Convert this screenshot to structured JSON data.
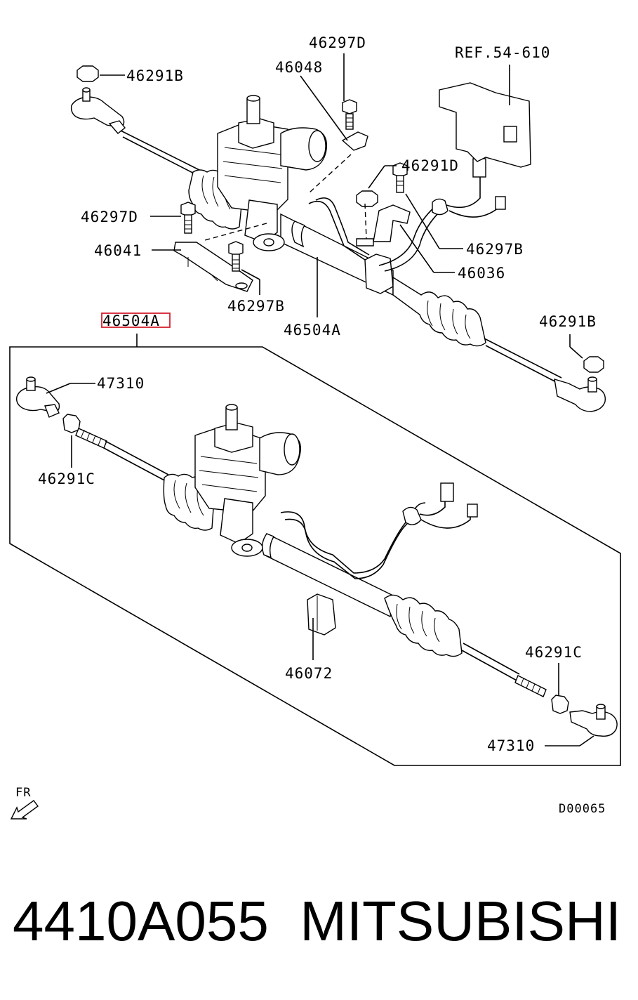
{
  "callouts": {
    "c46291B_top": "46291B",
    "c46048": "46048",
    "c46297D_top": "46297D",
    "cREF": "REF.54-610",
    "c46291D": "46291D",
    "c46297D_left": "46297D",
    "c46041": "46041",
    "c46297B_right": "46297B",
    "c46036": "46036",
    "c46297B_bottom": "46297B",
    "c46504A_lower": "46504A",
    "c46291B_right": "46291B",
    "c46504A_highlight": "46504A",
    "c47310_left": "47310",
    "c46291C_left": "46291C",
    "c46072": "46072",
    "c46291C_right": "46291C",
    "c47310_right": "47310"
  },
  "direction_label": "FR",
  "diagram_code": "D00065",
  "footer": {
    "part_number": "4410A055",
    "brand": "MITSUBISHI"
  },
  "colors": {
    "highlight": "#d42030",
    "ink": "#000000",
    "background": "#ffffff"
  }
}
